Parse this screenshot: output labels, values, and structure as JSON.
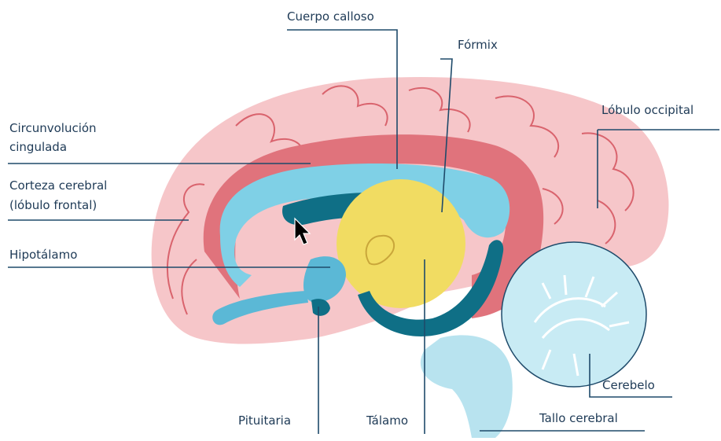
{
  "labels": {
    "corpus_callosum": "Cuerpo calloso",
    "fornix": "Fórmix",
    "cingulate_line1": "Circunvolución",
    "cingulate_line2": "cingulada",
    "occipital": "Lóbulo occipital",
    "cortex_line1": "Corteza cerebral",
    "cortex_line2": "(lóbulo frontal)",
    "hypothalamus": "Hipotálamo",
    "cerebellum": "Cerebelo",
    "pituitary": "Pituitaria",
    "thalamus": "Tálamo",
    "brainstem": "Tallo cerebral"
  },
  "colors": {
    "cortex": "#f6c6c9",
    "gyrus": "#e0737c",
    "corpus_callosum": "#7fd0e6",
    "ventricle": "#0f6f86",
    "thalamus": "#f1dc62",
    "brainstem": "#b8e3ef",
    "line": "#1e4a6a",
    "text": "#1e3a56"
  }
}
